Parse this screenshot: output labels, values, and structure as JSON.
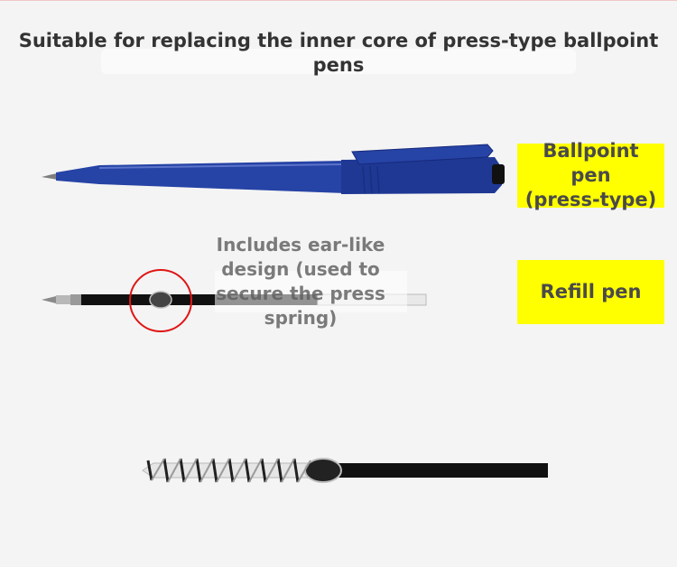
{
  "heading": "Suitable for replacing the inner core of press-type ballpoint pens",
  "labels": {
    "ballpoint": [
      "Ballpoint",
      "pen",
      "(press-type)"
    ],
    "refill": "Refill pen"
  },
  "annotation": "Includes ear-like design (used to secure the press spring)",
  "colors": {
    "tag_background": "#ffff00",
    "pen_body": "#2643a6",
    "refill_tube": "#111111",
    "highlight_circle": "#e01515"
  }
}
